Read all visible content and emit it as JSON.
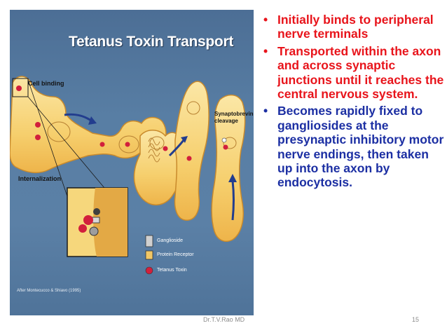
{
  "figure": {
    "title": "Tetanus Toxin Transport",
    "labels": {
      "cell_binding": "Cell binding",
      "internalization": "Internalization",
      "synaptobrevin_line1": "Synaptobrevin",
      "synaptobrevin_line2": "cleavage"
    },
    "legend": [
      {
        "label": "Ganglioside",
        "icon": "ganglioside-icon"
      },
      {
        "label": "Protein Receptor",
        "icon": "protein-receptor-icon"
      },
      {
        "label": "Tetanus Toxin",
        "icon": "tetanus-toxin-icon"
      }
    ],
    "credit": "After Montecucco & Shiavo (1995)"
  },
  "bullets": [
    {
      "text": "Initially binds to peripheral nerve terminals",
      "color": "#e8141b"
    },
    {
      "text": "Transported within the axon and across synaptic junctions until it reaches the central nervous system.",
      "color": "#e8141b"
    },
    {
      "text": "Becomes rapidly fixed to gangliosides at the presynaptic inhibitory motor nerve endings, then taken up into the axon by endocytosis.",
      "color": "#1c2fa3"
    }
  ],
  "bullet_symbol": "•",
  "footer": {
    "author": "Dr.T.V.Rao MD",
    "page": "15"
  }
}
